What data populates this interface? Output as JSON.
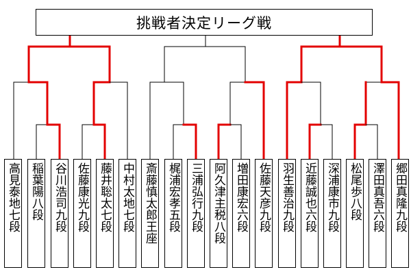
{
  "title": "挑戦者決定リーグ戦",
  "colors": {
    "highlight": "#e30000",
    "line": "#000000"
  },
  "players": [
    "高見泰地七段",
    "稲葉陽八段",
    "谷川浩司九段",
    "佐藤康光九段",
    "藤井聡太七段",
    "中村太地七段",
    "斎藤慎太郎王座",
    "梶浦宏孝五段",
    "三浦弘行九段",
    "阿久津主税八段",
    "増田康宏六段",
    "佐藤天彦九段",
    "羽生善治九段",
    "近藤誠也六段",
    "深浦康市九段",
    "松尾歩八段",
    "澤田真吾六段",
    "郷田真隆九段"
  ]
}
